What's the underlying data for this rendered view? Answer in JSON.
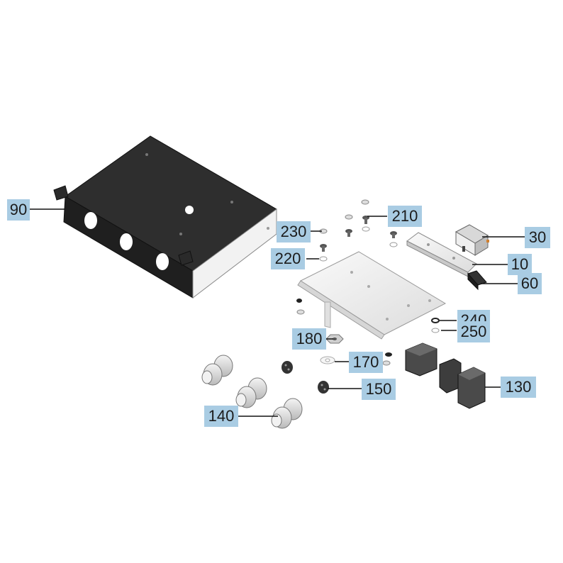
{
  "callouts": [
    {
      "id": "c90",
      "label": "90"
    },
    {
      "id": "c230",
      "label": "230"
    },
    {
      "id": "c210",
      "label": "210"
    },
    {
      "id": "c220",
      "label": "220"
    },
    {
      "id": "c30",
      "label": "30"
    },
    {
      "id": "c10",
      "label": "10"
    },
    {
      "id": "c60",
      "label": "60"
    },
    {
      "id": "c240",
      "label": "240"
    },
    {
      "id": "c250",
      "label": "250"
    },
    {
      "id": "c180",
      "label": "180"
    },
    {
      "id": "c170",
      "label": "170"
    },
    {
      "id": "c150",
      "label": "150"
    },
    {
      "id": "c130",
      "label": "130"
    },
    {
      "id": "c140",
      "label": "140"
    }
  ],
  "colors": {
    "callout_fill": "#a9cce3",
    "enclosure_dark": "#2b2b2b",
    "metal_light": "#eeeeee",
    "leader_line": "#111111"
  }
}
